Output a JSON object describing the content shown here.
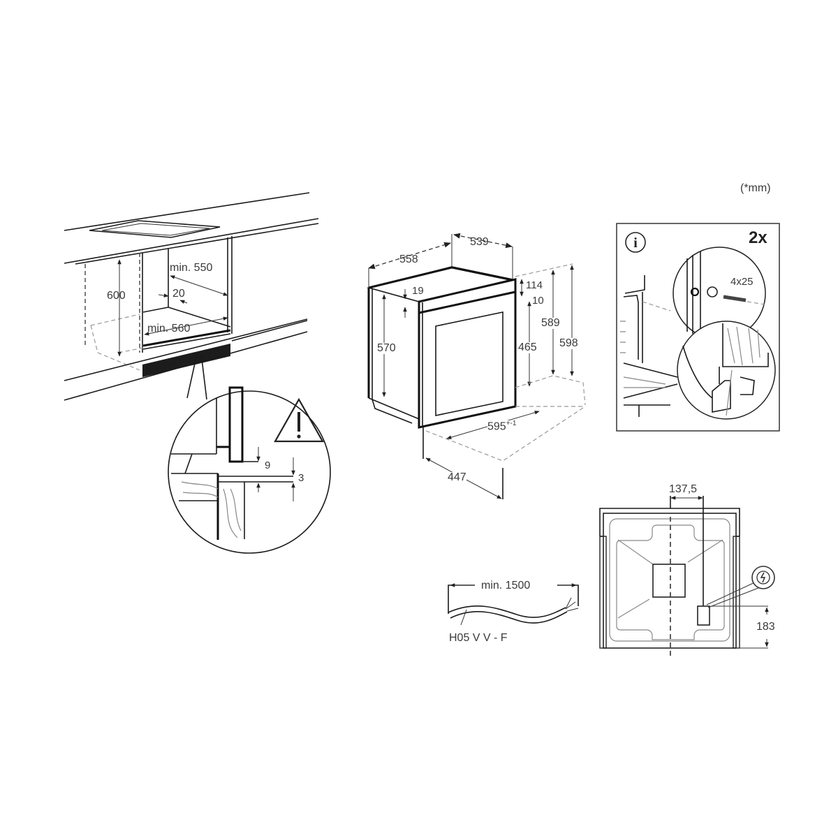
{
  "units_note": "(*mm)",
  "cabinet_view": {
    "height_label": "600",
    "depth_label": "min. 550",
    "gap_label": "20",
    "width_label": "min. 560"
  },
  "detail_view": {
    "gap_top_label": "9",
    "gap_bottom_label": "3",
    "warning_icon": "warning-triangle-icon"
  },
  "oven_view": {
    "total_depth_label": "558",
    "body_depth_label": "539",
    "top_panel_label": "19",
    "panel_offset_label": "114",
    "door_gap_label": "10",
    "body_height_label": "570",
    "door_height_label": "465",
    "body_front_height_label": "589",
    "total_height_label": "598",
    "width_label": "595",
    "width_tolerance": "+-1",
    "floor_depth_label": "447"
  },
  "mounting_view": {
    "info_icon": "info-icon",
    "count_label": "2x",
    "screw_label": "4x25"
  },
  "cable_view": {
    "length_label": "min. 1500",
    "cable_type_label": "H05 V V - F"
  },
  "rear_view": {
    "offset_label": "137,5",
    "socket_height_label": "183",
    "power_icon": "power-connection-icon"
  }
}
